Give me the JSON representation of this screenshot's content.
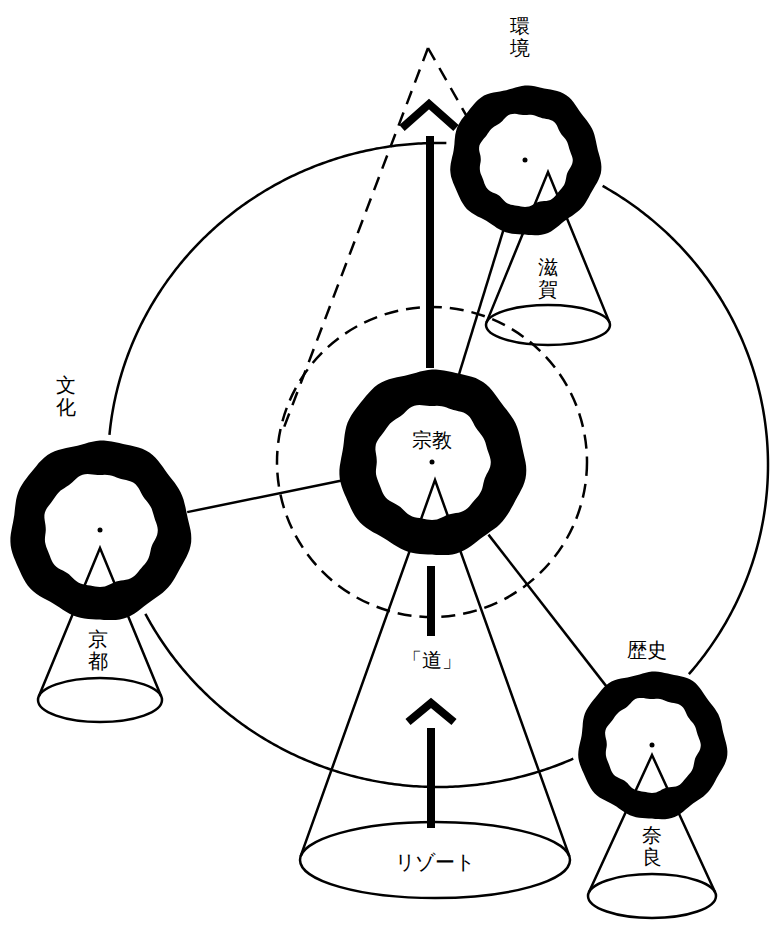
{
  "diagram": {
    "nodes": [
      {
        "text": [
          "環境"
        ]
      },
      {
        "text": [
          "滋賀"
        ]
      },
      {
        "text": [
          "宗教"
        ]
      },
      {
        "text": [
          "「道」",
          "リゾート"
        ]
      },
      {
        "text": [
          "文化"
        ]
      },
      {
        "text": [
          "京都"
        ]
      },
      {
        "text": [
          "歴史"
        ]
      },
      {
        "text": [
          "奈良"
        ]
      }
    ],
    "edges": [
      {
        "from": 2,
        "to": 4,
        "arrow": "none"
      },
      {
        "from": 2,
        "to": 0,
        "arrow": "none"
      },
      {
        "from": 2,
        "to": 6,
        "arrow": "none"
      },
      {
        "from": 4,
        "to": 0,
        "arrow": "none"
      },
      {
        "from": 0,
        "to": 6,
        "arrow": "none"
      },
      {
        "from": 6,
        "to": 4,
        "arrow": "none"
      }
    ]
  }
}
